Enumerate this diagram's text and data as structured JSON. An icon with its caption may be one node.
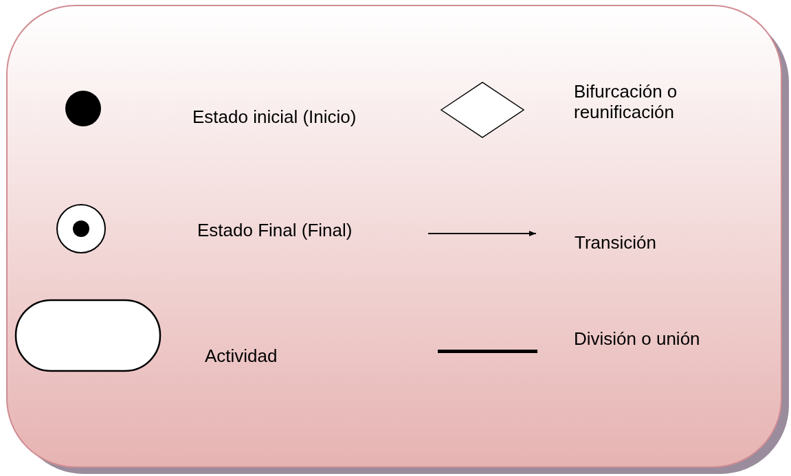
{
  "diagram": {
    "legend": [
      {
        "text": "Estado inicial (Inicio)"
      },
      {
        "text": "Bifurcación o reunificación"
      },
      {
        "text": "Estado Final (Final)"
      },
      {
        "text": "Transición"
      },
      {
        "text": "Actividad"
      },
      {
        "text": "División o unión"
      }
    ]
  }
}
